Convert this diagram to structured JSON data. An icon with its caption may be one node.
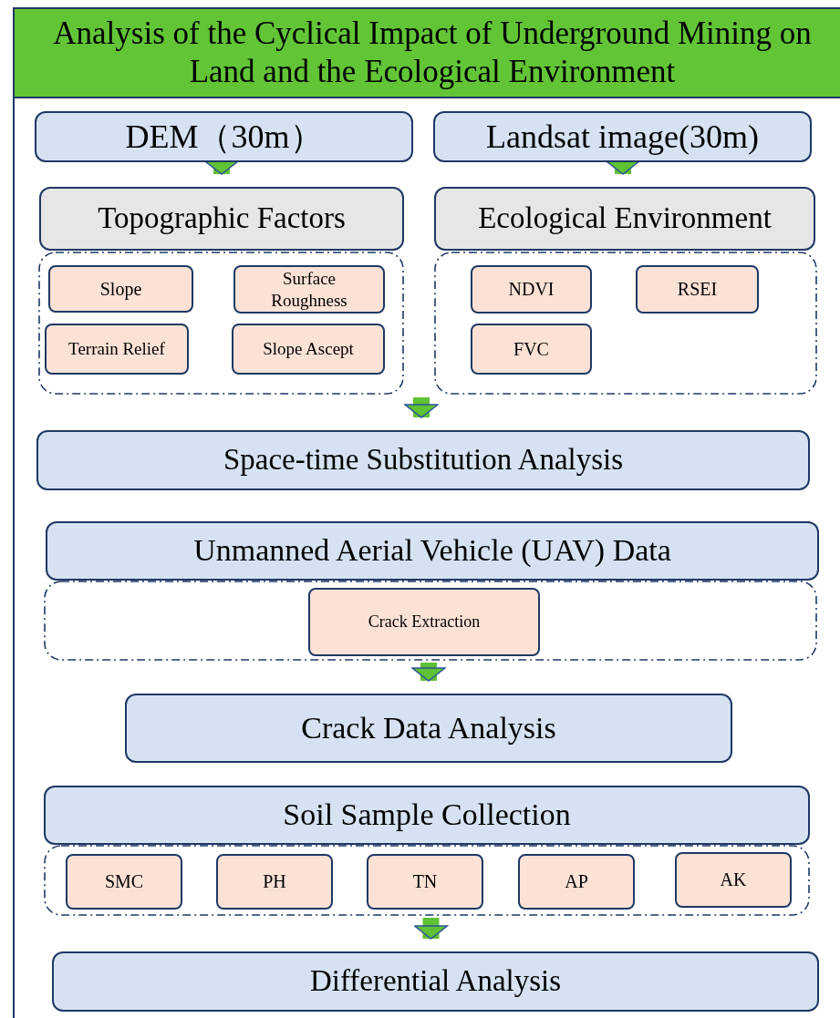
{
  "diagram": {
    "title": "Analysis of the Cyclical Impact of Underground Mining on Land and the Ecological Environment",
    "nodes": [
      {
        "text": [
          "DEM（30m）"
        ]
      },
      {
        "text": [
          "Landsat image(30m)"
        ]
      },
      {
        "text": [
          "Topographic Factors"
        ]
      },
      {
        "text": [
          "Ecological Environment"
        ]
      },
      {
        "text": [],
        "shape": "box"
      },
      {
        "text": [
          "Slope"
        ],
        "in": 4
      },
      {
        "text": [
          "Surface Roughness"
        ],
        "in": 4
      },
      {
        "text": [
          "Terrain Relief"
        ],
        "in": 4
      },
      {
        "text": [
          "Slope Ascept"
        ],
        "in": 4
      },
      {
        "text": [],
        "shape": "box"
      },
      {
        "text": [
          "NDVI"
        ],
        "in": 9
      },
      {
        "text": [
          "RSEI"
        ],
        "in": 9
      },
      {
        "text": [
          "FVC"
        ],
        "in": 9
      },
      {
        "text": [
          "Space-time Substitution Analysis"
        ]
      },
      {
        "text": [
          "Unmanned Aerial Vehicle (UAV) Data"
        ]
      },
      {
        "text": [],
        "shape": "box"
      },
      {
        "text": [
          "Crack Extraction"
        ],
        "in": 15
      },
      {
        "text": [
          "Crack Data Analysis"
        ]
      },
      {
        "text": [
          "Soil Sample Collection"
        ]
      },
      {
        "text": [],
        "shape": "box"
      },
      {
        "text": [
          "SMC"
        ],
        "in": 19
      },
      {
        "text": [
          "PH"
        ],
        "in": 19
      },
      {
        "text": [
          "TN"
        ],
        "in": 19
      },
      {
        "text": [
          "AP"
        ],
        "in": 19
      },
      {
        "text": [
          "AK"
        ],
        "in": 19
      },
      {
        "text": [
          "Differential Analysis"
        ]
      }
    ],
    "edges": [
      {
        "from": 0,
        "to": 2,
        "arrow": "to"
      },
      {
        "from": 1,
        "to": 3,
        "arrow": "to"
      },
      {
        "from": null,
        "to": 13,
        "arrow": "to"
      },
      {
        "from": 15,
        "to": 17,
        "arrow": "to"
      },
      {
        "from": 19,
        "to": 25,
        "arrow": "to"
      }
    ]
  }
}
